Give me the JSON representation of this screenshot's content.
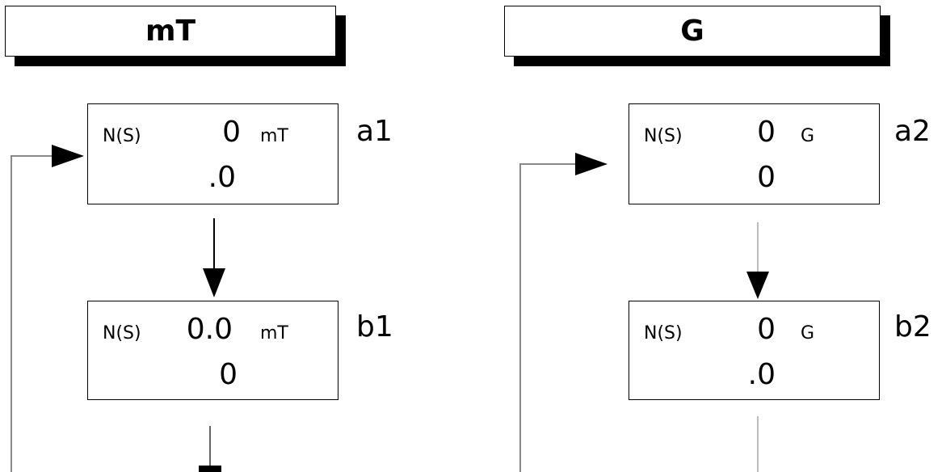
{
  "headers": {
    "left": "mT",
    "right": "G"
  },
  "displays": {
    "a1": {
      "tag": "a1",
      "label": "N(S)",
      "value": "0",
      "unit": "mT",
      "sub": ".0"
    },
    "b1": {
      "tag": "b1",
      "label": "N(S)",
      "value": "0.0",
      "unit": "mT",
      "sub": "0"
    },
    "a2": {
      "tag": "a2",
      "label": "N(S)",
      "value": "0",
      "unit": "G",
      "sub": "0"
    },
    "b2": {
      "tag": "b2",
      "label": "N(S)",
      "value": "0",
      "unit": "G",
      "sub": ".0"
    }
  }
}
